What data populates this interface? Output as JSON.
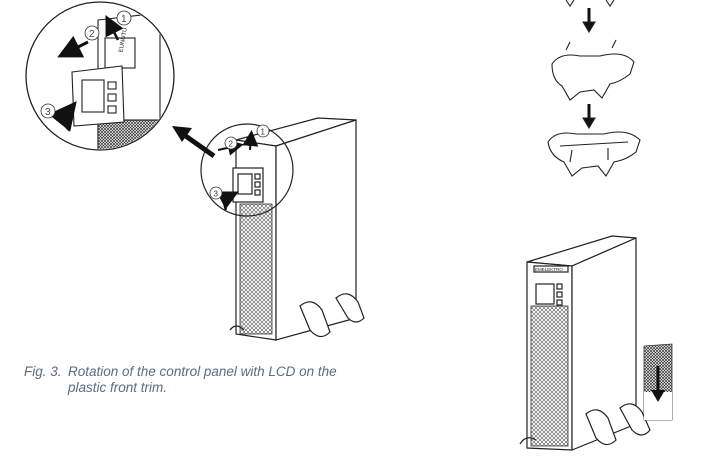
{
  "figure": {
    "number": "Fig. 3.",
    "caption_line1": "Rotation of the control panel with LCD on the",
    "caption_line2": "plastic front trim."
  },
  "callouts": {
    "step1": "1",
    "step2": "2",
    "step3": "3"
  },
  "brand": {
    "device_label": "EUNUTU",
    "device_label_right": "EMELEKTRO"
  },
  "colors": {
    "line": "#222222",
    "caption": "#5a6c84",
    "mesh": "#444444"
  }
}
